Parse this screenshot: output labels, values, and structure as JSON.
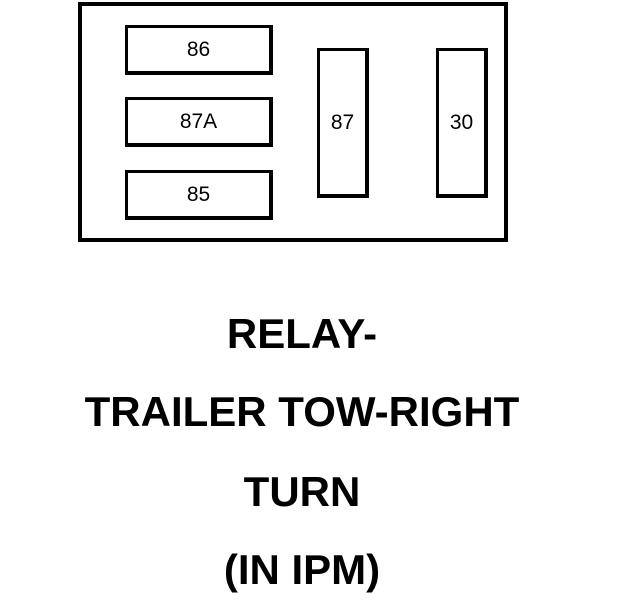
{
  "relay": {
    "pins": {
      "p86": "86",
      "p87a": "87A",
      "p85": "85",
      "p87": "87",
      "p30": "30"
    }
  },
  "caption": {
    "line1": "RELAY-",
    "line2": "TRAILER TOW-RIGHT",
    "line3": "TURN",
    "line4": "(IN IPM)"
  },
  "colors": {
    "stroke": "#000000",
    "background": "#ffffff"
  }
}
